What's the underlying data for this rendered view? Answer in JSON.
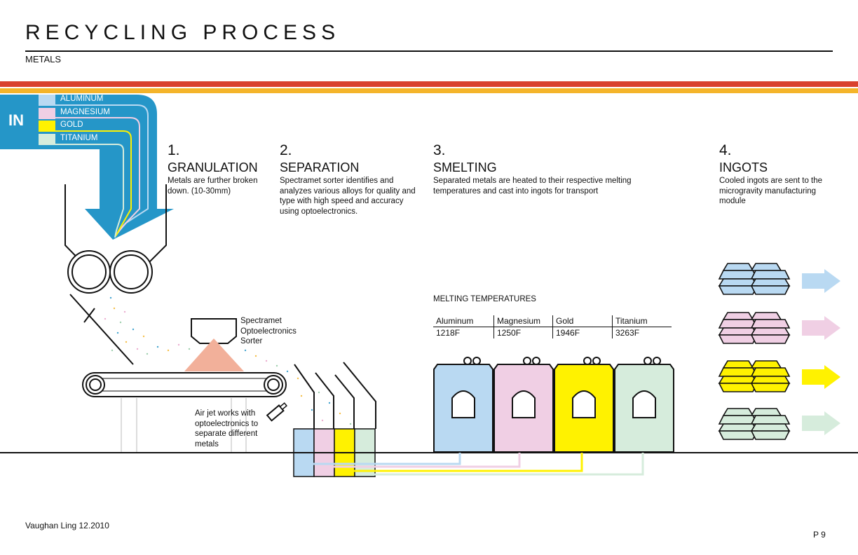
{
  "header": {
    "title": "RECYCLING PROCESS",
    "subtitle": "METALS"
  },
  "input": {
    "label": "IN",
    "metals": [
      {
        "name": "ALUMINUM",
        "color": "#b9d9f2"
      },
      {
        "name": "MAGNESIUM",
        "color": "#f0cfe4"
      },
      {
        "name": "GOLD",
        "color": "#fff200"
      },
      {
        "name": "TITANIUM",
        "color": "#d6ecdc"
      }
    ],
    "hopper_color": "#2596c8"
  },
  "steps": [
    {
      "number": "1.",
      "title": "GRANULATION",
      "description": "Metals are further broken down. (10-30mm)"
    },
    {
      "number": "2.",
      "title": "SEPARATION",
      "description": "Spectramet sorter identifies and analyzes various alloys for quality and type with high speed and accuracy using optoelectronics."
    },
    {
      "number": "3.",
      "title": "SMELTING",
      "description": "Separated metals are heated to their respective melting temperatures and cast into ingots for transport"
    },
    {
      "number": "4.",
      "title": "INGOTS",
      "description": "Cooled ingots are sent to the microgravity manufacturing module"
    }
  ],
  "annotations": {
    "sorter": "Spectramet Optoelectronics Sorter",
    "air_jet": "Air jet works with optoelectronics to separate different metals"
  },
  "melting_temperatures": {
    "heading": "MELTING TEMPERATURES",
    "columns": [
      "Aluminum",
      "Magnesium",
      "Gold",
      "Titanium"
    ],
    "values": [
      "1218F",
      "1250F",
      "1946F",
      "3263F"
    ]
  },
  "stripes": {
    "red": "#d9412e",
    "yellow": "#f4b42a"
  },
  "footer": {
    "credit": "Vaughan Ling 12.2010",
    "page": "P 9"
  }
}
